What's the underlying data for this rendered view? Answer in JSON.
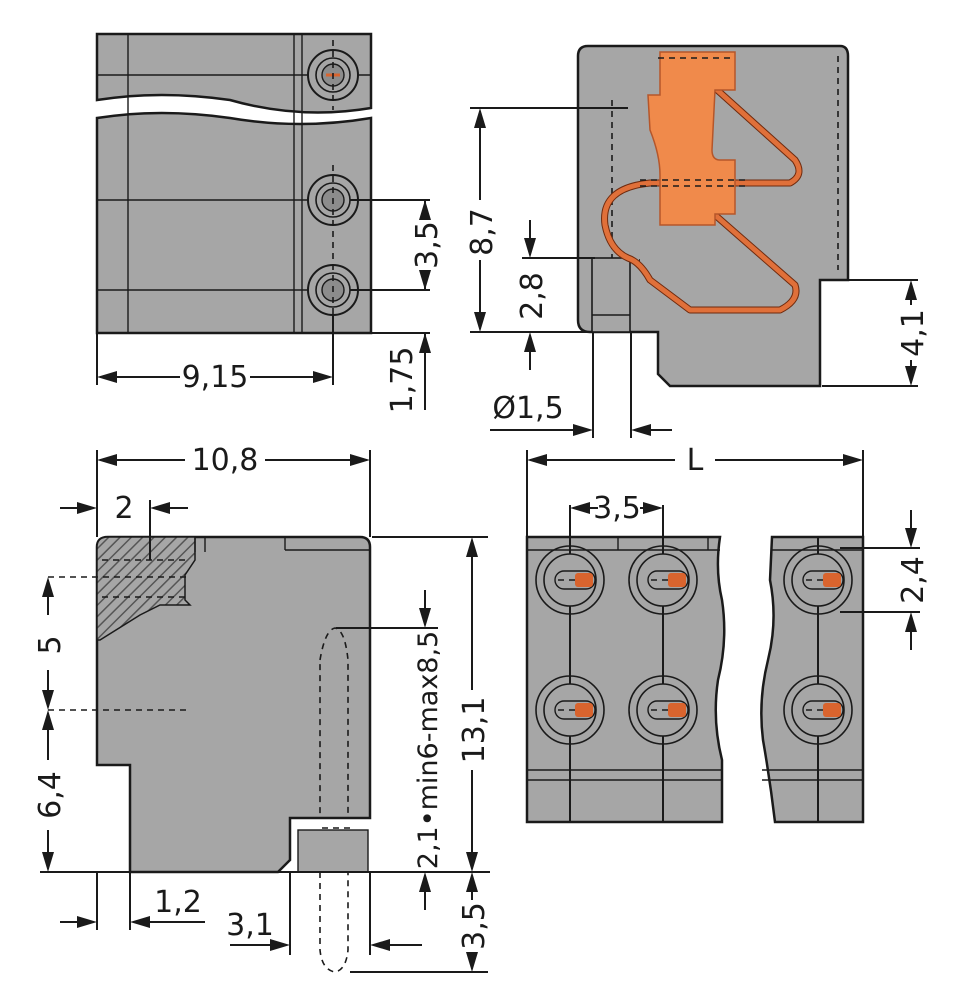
{
  "colors": {
    "housing": "#a6a6a6",
    "outline": "#1a1a1a",
    "clamp": "#f08a4b",
    "spring": "#d9642e",
    "hatch": "#6b6b6b"
  },
  "dimensions": {
    "top_left_width": "9,15",
    "top_left_pitch": "3,5",
    "top_left_offset": "1,75",
    "side_height": "8,7",
    "side_pin_offset": "2,8",
    "side_pin_diameter": "Ø1,5",
    "side_step": "4,1",
    "front_length": "L",
    "front_pitch": "3,5",
    "front_row_offset": "2,4",
    "bl_width": "10,8",
    "bl_hole_offset": "2",
    "bl_hole_height": "5",
    "bl_lower_height": "6,4",
    "bl_total_height": "13,1",
    "bl_pin_length": "2,1•min6-max8,5",
    "bl_left_step": "1,2",
    "bl_pin_offset": "3,1",
    "bl_pin_depth": "3,5"
  }
}
